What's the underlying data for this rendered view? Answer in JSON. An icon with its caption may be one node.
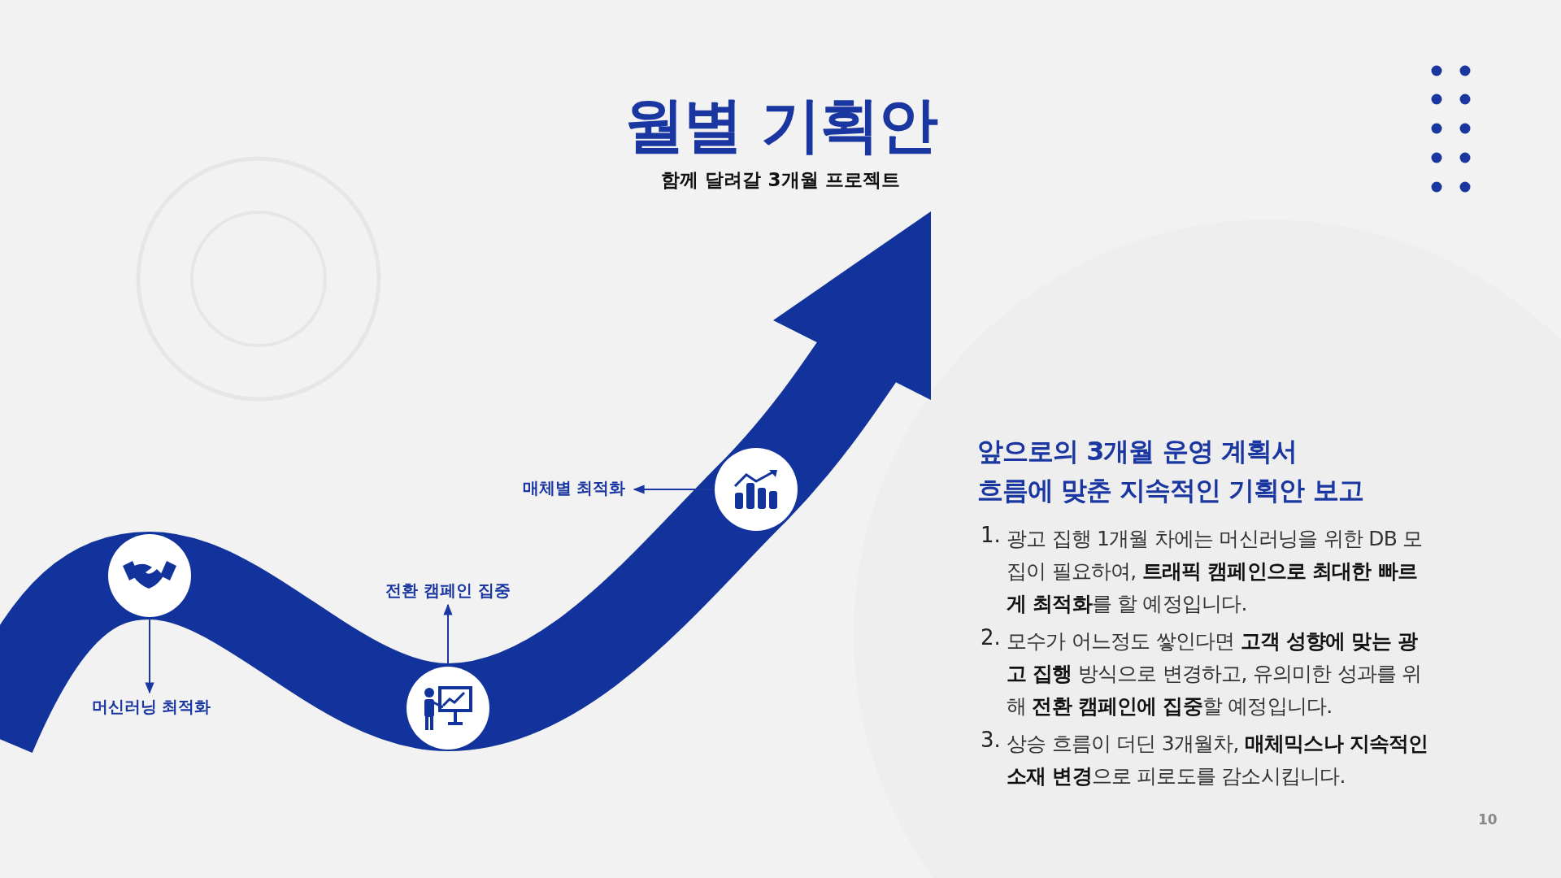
{
  "diagram": {
    "title": "월별 기획안",
    "nodes": [
      {
        "text": [],
        "shape": "circle"
      },
      {
        "text": [
          "머신러닝 최적화"
        ]
      },
      {
        "text": [],
        "shape": "circle"
      },
      {
        "text": [
          "전환 캠페인 집중"
        ]
      },
      {
        "text": [],
        "shape": "circle"
      },
      {
        "text": [
          "매체별 최적화"
        ]
      }
    ],
    "edges": [
      {
        "from": 0,
        "to": 1,
        "arrow": "to"
      },
      {
        "from": 2,
        "to": 3,
        "arrow": "to"
      },
      {
        "from": 4,
        "to": 5,
        "arrow": "to"
      }
    ],
    "labels": [
      "함께 달려갈 3개월 프로젝트",
      "앞으로의 3개월 운영 계획서",
      "흐름에 맞춘 지속적인 기획안 보고",
      "1.",
      "광고 집행 1개월 차에는 머신러닝을 위한 DB 모집이 필요하여, **트래픽 캠페인으로 최대한 빠르게 최적화**를 할 예정입니다.",
      "2.",
      "모수가 어느정도 쌓인다면 **고객 성향에 맞는 광고 집행** 방식으로 변경하고, 유의미한 성과를 위해 **전환 캠페인에 집중**할 예정입니다.",
      "3.",
      "상승 흐름이 더딘 3개월차, **매체믹스나 지속적인 소재 변경**으로 피로도를 감소시킵니다.",
      "10"
    ]
  }
}
